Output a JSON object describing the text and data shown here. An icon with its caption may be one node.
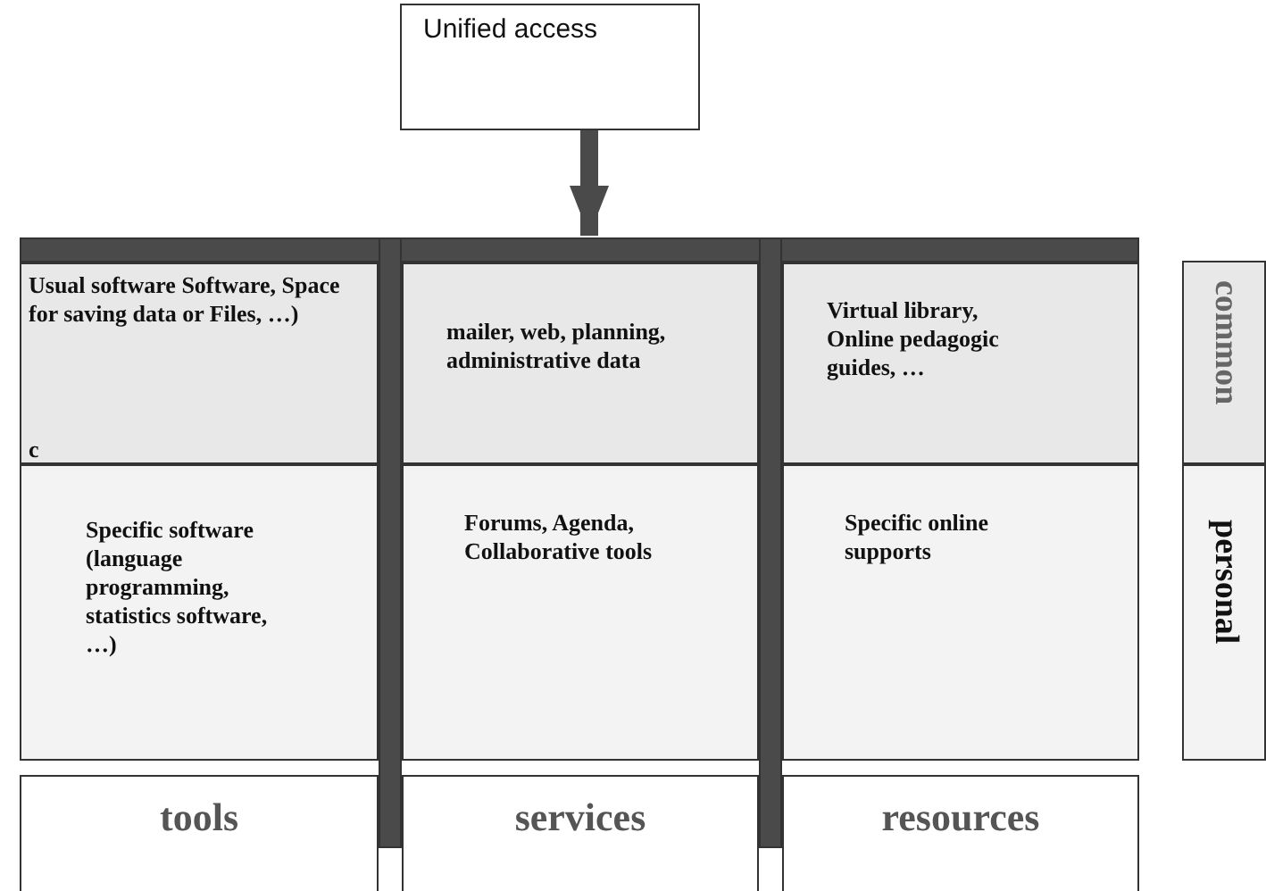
{
  "diagram": {
    "nodes": [
      {
        "text": [
          "Unified access"
        ]
      },
      {
        "text": [],
        "shape": "bar"
      },
      {
        "text": [],
        "shape": "bar"
      },
      {
        "text": [],
        "shape": "bar"
      },
      {
        "text": [
          "Usual software Software, Space for saving data or Files, …)",
          "c"
        ]
      },
      {
        "text": [
          "mailer, web, planning, administrative data"
        ]
      },
      {
        "text": [
          "Virtual library, Online pedagogic guides, …"
        ]
      },
      {
        "text": [
          "Specific software (language programming, statistics software, …)"
        ]
      },
      {
        "text": [
          "Forums, Agenda, Collaborative tools"
        ]
      },
      {
        "text": [
          "Specific online supports"
        ]
      },
      {
        "text": [
          "tools"
        ]
      },
      {
        "text": [
          "services"
        ]
      },
      {
        "text": [
          "resources"
        ]
      },
      {
        "text": [
          "common"
        ]
      },
      {
        "text": [
          "personal"
        ]
      }
    ],
    "edges": [
      {
        "from": 0,
        "to": 1,
        "arrow": "to"
      }
    ]
  }
}
